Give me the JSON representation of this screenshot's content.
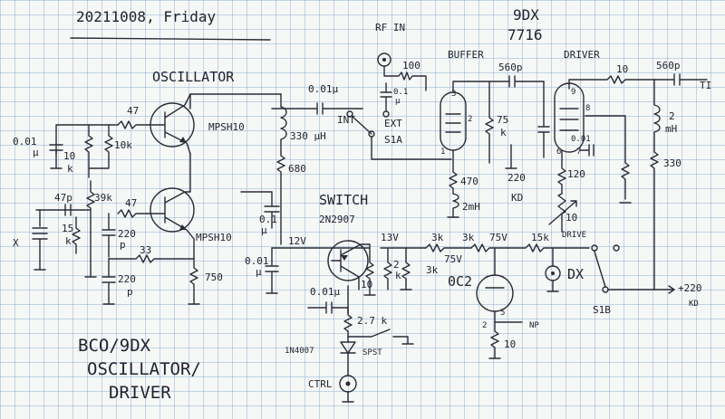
{
  "header": {
    "date": "20211008, Friday",
    "tube": "9DX",
    "tube_number": "7716"
  },
  "sections": {
    "oscillator": "OSCILLATOR",
    "buffer": "BUFFER",
    "driver": "DRIVER",
    "switch": "SWITCH",
    "switch_part": "2N2907"
  },
  "notes": {
    "line1": "BCO/9DX",
    "line2": "OSCILLATOR/",
    "line3": "DRIVER"
  },
  "labels": {
    "rf_in": "RF IN",
    "int": "INT",
    "ext": "EXT",
    "s1a": "S1A",
    "s1b": "S1B",
    "c_top_left": "0.01",
    "c_top_left_u": "μ",
    "r_47_a": "47",
    "r_10k_a": "10k",
    "r_10k_b": "10",
    "r_10k_b_u": "k",
    "c_47p": "47p",
    "r_39k": "39k",
    "r_47_b": "47",
    "r_15k": "15",
    "r_15k_u": "k",
    "c_220_a": "220",
    "c_220_a_u": "p",
    "r_33": "33",
    "c_220_b": "220",
    "c_220_b_u": "p",
    "r_750": "750",
    "x": "X",
    "q1": "MPSH10",
    "q2": "MPSH10",
    "l_330uh": "330 μH",
    "r_680": "680",
    "c_001_int": "0.01μ",
    "c_01": "0.1",
    "c_01_u": "μ",
    "r_100": "100",
    "c_01_ext": "0.1",
    "c_01_ext_u": "μ",
    "c_560p_a": "560p",
    "r_75k": "75",
    "r_75k_u": "k",
    "r_470": "470",
    "l_2mh_a": "2mH",
    "kd_a": "KD",
    "c_220k": "220",
    "pin3": "3",
    "pin2": "2",
    "pin1": "1",
    "r_10_top": "10",
    "c_560p_b": "560p",
    "ti": "TI",
    "pin9": "9",
    "pin8": "8",
    "pin6": "6",
    "pin7": "7",
    "r_120": "120",
    "c_001_drv": "0.01",
    "r_10_drv": "10",
    "l_2mh_b": "2",
    "l_2mh_b_u": "mH",
    "r_330": "330",
    "v12": "12V",
    "c_001_sw": "0.01",
    "c_001_sw_u": "μ",
    "r_10_sw": "10",
    "r_2k_a": "2",
    "r_2k_a_u": "k",
    "r_3k_a": "3k",
    "v13": "13V",
    "r_3k_b": "3k",
    "r_3k_c": "3k",
    "v75": "75V",
    "v75b": "75V",
    "r_15k_b": "15k",
    "drive": "DRIVE",
    "oc2": "0C2",
    "oc2_pin5": "5",
    "oc2_pin2": "2",
    "oc2_np": "NP",
    "r_10_oc2": "10",
    "dx": "DX",
    "c_001u": "0.01μ",
    "r_27k": "2.7 k",
    "diode": "1N4007",
    "spst": "SPST",
    "ctrl": "CTRL",
    "b_plus": "+220",
    "b_plus_u": "KD"
  },
  "colors": {
    "ink": "#2a2a36",
    "paper": "#f6f8f6",
    "grid": "#6e96c8"
  }
}
